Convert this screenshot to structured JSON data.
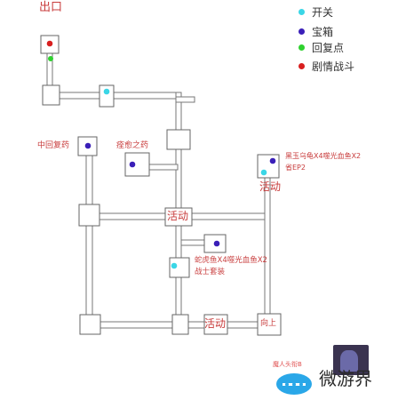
{
  "exit_label": "出口",
  "legend": {
    "switch": {
      "label": "开关",
      "color": "#3ad6e6",
      "icon": "switch-dot"
    },
    "chest": {
      "label": "宝箱",
      "color": "#3a1fb8",
      "icon": "chest-dot"
    },
    "restore": {
      "label": "回复点",
      "color": "#2fd12f",
      "icon": "restore-dot"
    },
    "battle": {
      "label": "剧情战斗",
      "color": "#d81f1f",
      "icon": "battle-dot"
    }
  },
  "labels": {
    "mid_potion": "中回复药",
    "plague_potion": "痊愈之药",
    "black_turtle": "黑玉乌龟X4噬光血鱼X2",
    "ep2": "省EP2",
    "activity_right": "活动",
    "activity_center": "活动",
    "activity_bottom": "活动",
    "snake_fish": "蛇虎鱼X4噬光血鱼X2",
    "warrior_set": "战士套装",
    "up": "向上"
  },
  "watermark": {
    "brand": "微游界",
    "corner_text": "魔人头衔B"
  }
}
